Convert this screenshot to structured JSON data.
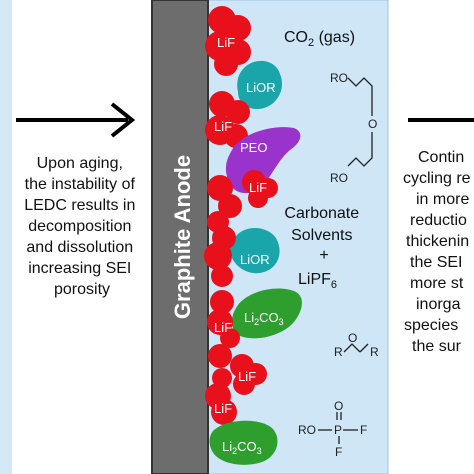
{
  "left_text": {
    "lines": [
      "Upon aging,",
      "the instability of",
      "LEDC results in",
      "decomposition",
      "and dissolution",
      "increasing SEI",
      "porosity"
    ]
  },
  "anode_label": "Graphite Anode",
  "electrolyte": {
    "gas_prefix": "CO",
    "gas_sub": "2",
    "gas_suffix": " (gas)",
    "solvents_lines": [
      "Carbonate",
      "Solvents",
      "+"
    ],
    "salt_prefix": "LiPF",
    "salt_sub": "6"
  },
  "sei_species": {
    "lif": "LiF",
    "lior": "LiOR",
    "peo": "PEO",
    "li2co3_prefix": "Li",
    "li2co3_sub": "2",
    "li2co3_suffix": "CO",
    "li2co3_sub2": "3"
  },
  "structures": {
    "ether_ro_top": "RO",
    "ether_o": "O",
    "ether_ro_bottom": "RO",
    "ether_r_left": "R",
    "ether_o_mid": "O",
    "ether_r_right": "R",
    "phos_ro": "RO",
    "phos_p": "P",
    "phos_o": "O",
    "phos_f_right": "F",
    "phos_f_bottom": "F"
  },
  "right_text": {
    "lines": [
      "Contin",
      "cycling re",
      "in more",
      "reductio",
      "thickenin",
      "the SEI",
      "more st",
      "inorga",
      "species",
      "the sur"
    ]
  },
  "colors": {
    "electrolyte_bg": "#cfe6f7",
    "anode": "#6d6d6d",
    "lif": "#e8101a",
    "lior": "#1aa5ab",
    "peo": "#9933cc",
    "li2co3": "#2e9e2e"
  }
}
